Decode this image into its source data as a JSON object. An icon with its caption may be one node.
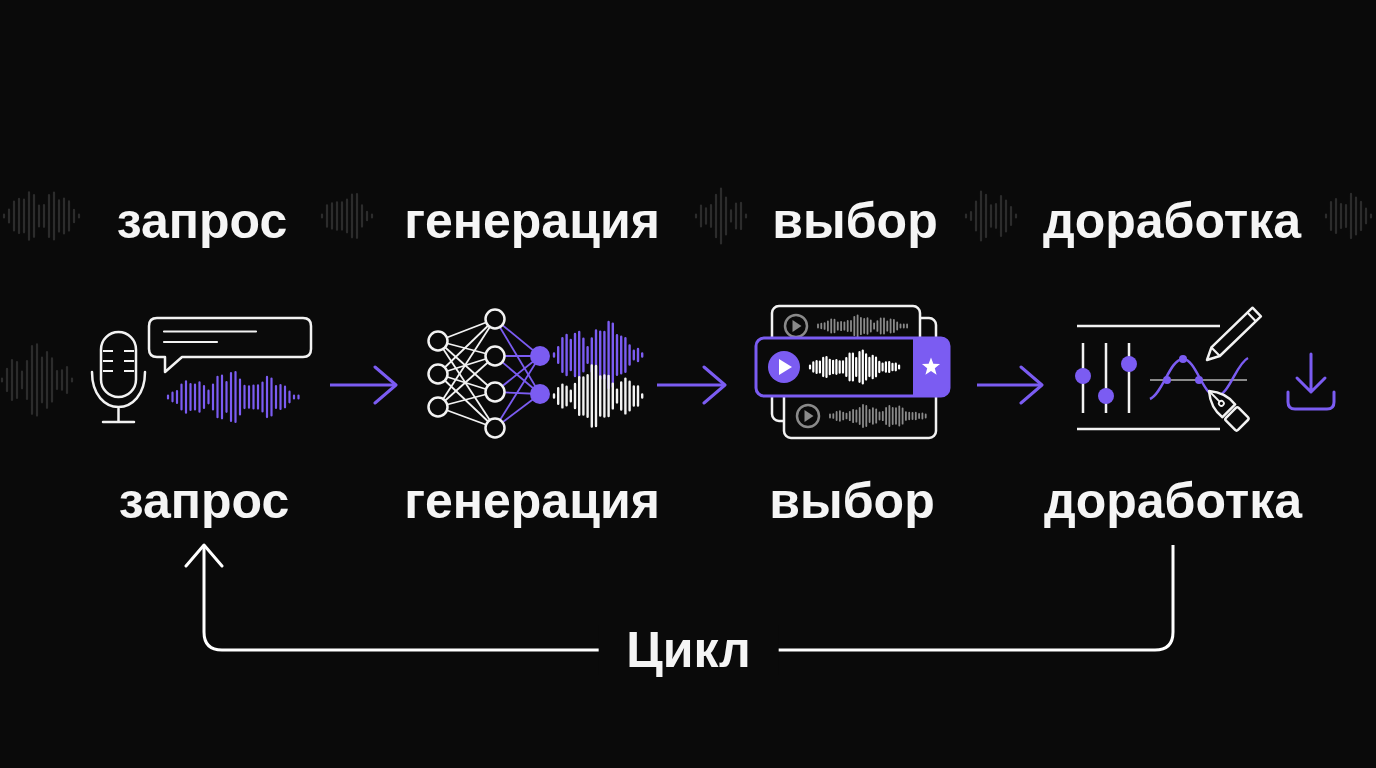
{
  "diagram": {
    "nodes": [
      {
        "text": [
          "запрос"
        ]
      },
      {
        "text": [
          "генерация"
        ]
      },
      {
        "text": [
          "выбор"
        ]
      },
      {
        "text": [
          "доработка"
        ]
      }
    ],
    "edges": [
      {
        "from": 0,
        "to": 1,
        "arrow": "to"
      },
      {
        "from": 1,
        "to": 2,
        "arrow": "to"
      },
      {
        "from": 2,
        "to": 3,
        "arrow": "to"
      },
      {
        "from": 3,
        "to": 0,
        "arrow": "to",
        "label": "Цикл",
        "color": "#ffffff"
      }
    ],
    "labels": [
      "запрос",
      "генерация",
      "выбор",
      "доработка"
    ]
  }
}
